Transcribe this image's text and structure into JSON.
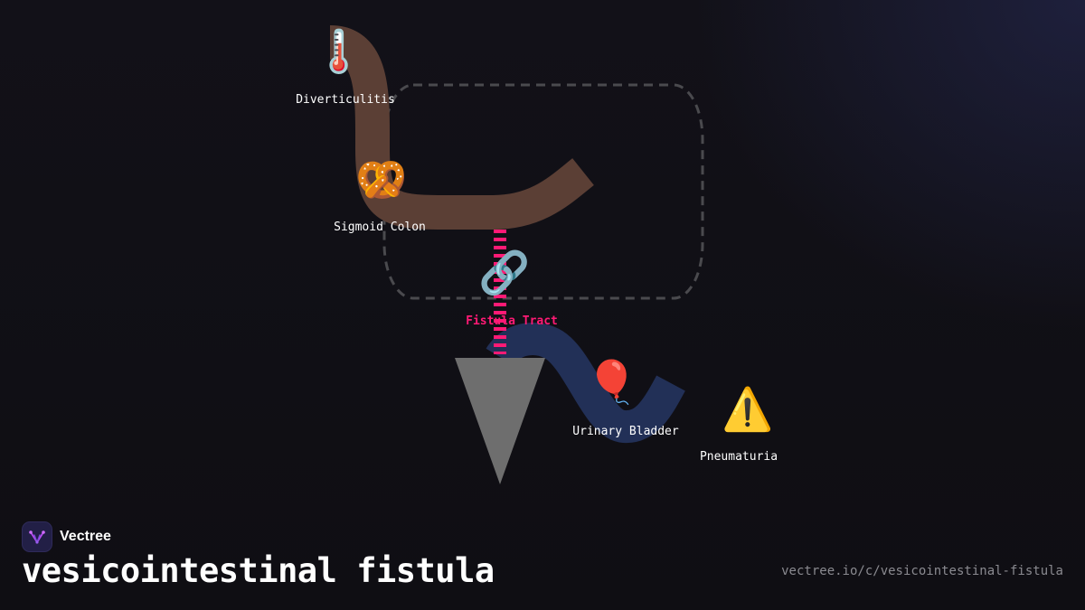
{
  "brand": {
    "name": "Vectree",
    "logo_icon": "vectree-tree-logo-icon"
  },
  "title": "vesicointestinal fistula",
  "url": "vectree.io/c/vesicointestinal-fistula",
  "colors": {
    "background": "#111016",
    "colon": "#5b3f35",
    "bladder": "#223057",
    "fistula": "#ff1a75",
    "funnel": "#6e6e6e",
    "dashed_box": "#4a4a4e",
    "accent_label": "#ff1a75"
  },
  "nodes": [
    {
      "id": "diverticulitis",
      "label": "Diverticulitis",
      "icon": "thermometer-icon",
      "glyph": "🌡️"
    },
    {
      "id": "sigmoid-colon",
      "label": "Sigmoid Colon",
      "icon": "pretzel-icon",
      "glyph": "🥨"
    },
    {
      "id": "fistula-tract",
      "label": "Fistula Tract",
      "icon": "link-icon",
      "glyph": "🔗",
      "accent": true
    },
    {
      "id": "urinary-bladder",
      "label": "Urinary Bladder",
      "icon": "balloon-icon",
      "glyph": "🎈"
    },
    {
      "id": "pneumaturia",
      "label": "Pneumaturia",
      "icon": "warning-icon",
      "glyph": "⚠️"
    }
  ]
}
